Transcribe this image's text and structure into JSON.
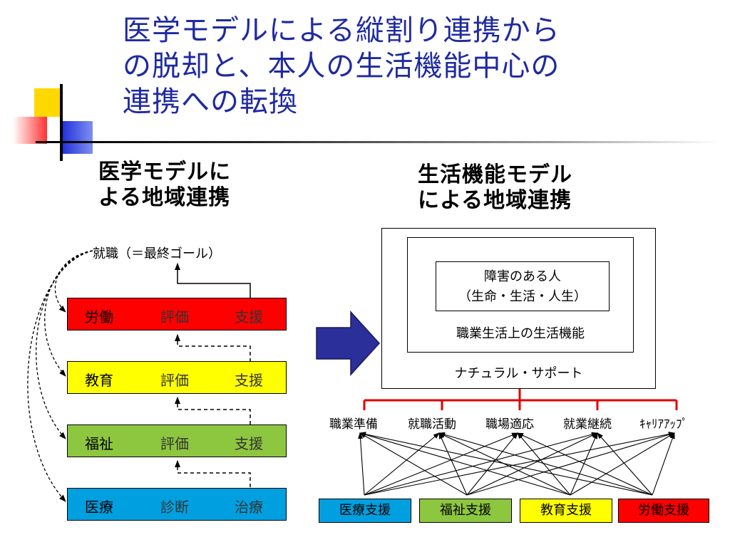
{
  "slide": {
    "title": "医学モデルによる縦割り連携から\nの脱却と、本人の生活機能中心の\n連携への転換"
  },
  "left": {
    "heading": "医学モデルに\nよる地域連携",
    "goal": "就職（＝最終ゴール）",
    "rows": [
      {
        "dept": "労働",
        "step1": "評価",
        "step2": "支援",
        "color": "#ff0000"
      },
      {
        "dept": "教育",
        "step1": "評価",
        "step2": "支援",
        "color": "#ffff00"
      },
      {
        "dept": "福祉",
        "step1": "評価",
        "step2": "支援",
        "color": "#8dc63f"
      },
      {
        "dept": "医療",
        "step1": "診断",
        "step2": "治療",
        "color": "#00a0e0"
      }
    ]
  },
  "right": {
    "heading": "生活機能モデル\nによる地域連携",
    "inner": {
      "line1": "障害のある人",
      "line2": "（生命・生活・人生）"
    },
    "middle": "職業生活上の生活機能",
    "outer": "ナチュラル・サポート",
    "activities": [
      "職業準備",
      "就職活動",
      "職場適応",
      "就業継続",
      "ｷｬﾘｱｱｯﾌﾟ"
    ],
    "supports": [
      {
        "label": "医療支援",
        "color": "#00a0e0"
      },
      {
        "label": "福祉支援",
        "color": "#8dc63f"
      },
      {
        "label": "教育支援",
        "color": "#ffff00"
      },
      {
        "label": "労働支援",
        "color": "#ff0000"
      }
    ],
    "bracket_color": "#e00000"
  },
  "arrow_color": "#2b2f9a"
}
